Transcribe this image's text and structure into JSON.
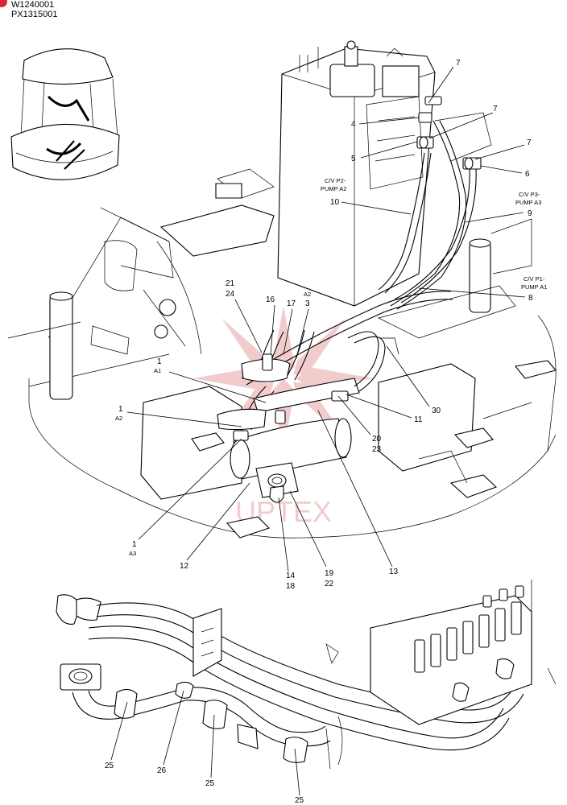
{
  "header": {
    "code1": "W1240001",
    "code2": "PX1315001"
  },
  "labels": [
    {
      "id": "7a",
      "text": "7"
    },
    {
      "id": "7b",
      "text": "7"
    },
    {
      "id": "7c",
      "text": "7"
    },
    {
      "id": "4",
      "text": "4"
    },
    {
      "id": "5",
      "text": "5"
    },
    {
      "id": "6",
      "text": "6"
    },
    {
      "id": "cvp2a",
      "text": "C/V P2-"
    },
    {
      "id": "cvp2b",
      "text": "PUMP A2"
    },
    {
      "id": "10",
      "text": "10"
    },
    {
      "id": "cvp3a",
      "text": "C/V P3-"
    },
    {
      "id": "cvp3b",
      "text": "PUMP A3"
    },
    {
      "id": "9",
      "text": "9"
    },
    {
      "id": "cvp1a",
      "text": "C/V P1-"
    },
    {
      "id": "cvp1b",
      "text": "PUMP A1"
    },
    {
      "id": "8",
      "text": "8"
    },
    {
      "id": "21",
      "text": "21"
    },
    {
      "id": "24",
      "text": "24"
    },
    {
      "id": "16",
      "text": "16"
    },
    {
      "id": "17",
      "text": "17"
    },
    {
      "id": "a2t",
      "text": "A2"
    },
    {
      "id": "3",
      "text": "3"
    },
    {
      "id": "1a",
      "text": "1"
    },
    {
      "id": "a1",
      "text": "A1"
    },
    {
      "id": "1b",
      "text": "1"
    },
    {
      "id": "a2b",
      "text": "A2"
    },
    {
      "id": "1c",
      "text": "1"
    },
    {
      "id": "a3",
      "text": "A3"
    },
    {
      "id": "30",
      "text": "30"
    },
    {
      "id": "11",
      "text": "11"
    },
    {
      "id": "20",
      "text": "20"
    },
    {
      "id": "23",
      "text": "23"
    },
    {
      "id": "12",
      "text": "12"
    },
    {
      "id": "14",
      "text": "14"
    },
    {
      "id": "18",
      "text": "18"
    },
    {
      "id": "19",
      "text": "19"
    },
    {
      "id": "22",
      "text": "22"
    },
    {
      "id": "13",
      "text": "13"
    },
    {
      "id": "25a",
      "text": "25"
    },
    {
      "id": "26",
      "text": "26"
    },
    {
      "id": "25b",
      "text": "25"
    },
    {
      "id": "25c",
      "text": "25"
    }
  ],
  "watermark": "UPTEX",
  "colors": {
    "watermark": "#e8a3a3",
    "line": "#000000",
    "badge": "#d9263a"
  }
}
